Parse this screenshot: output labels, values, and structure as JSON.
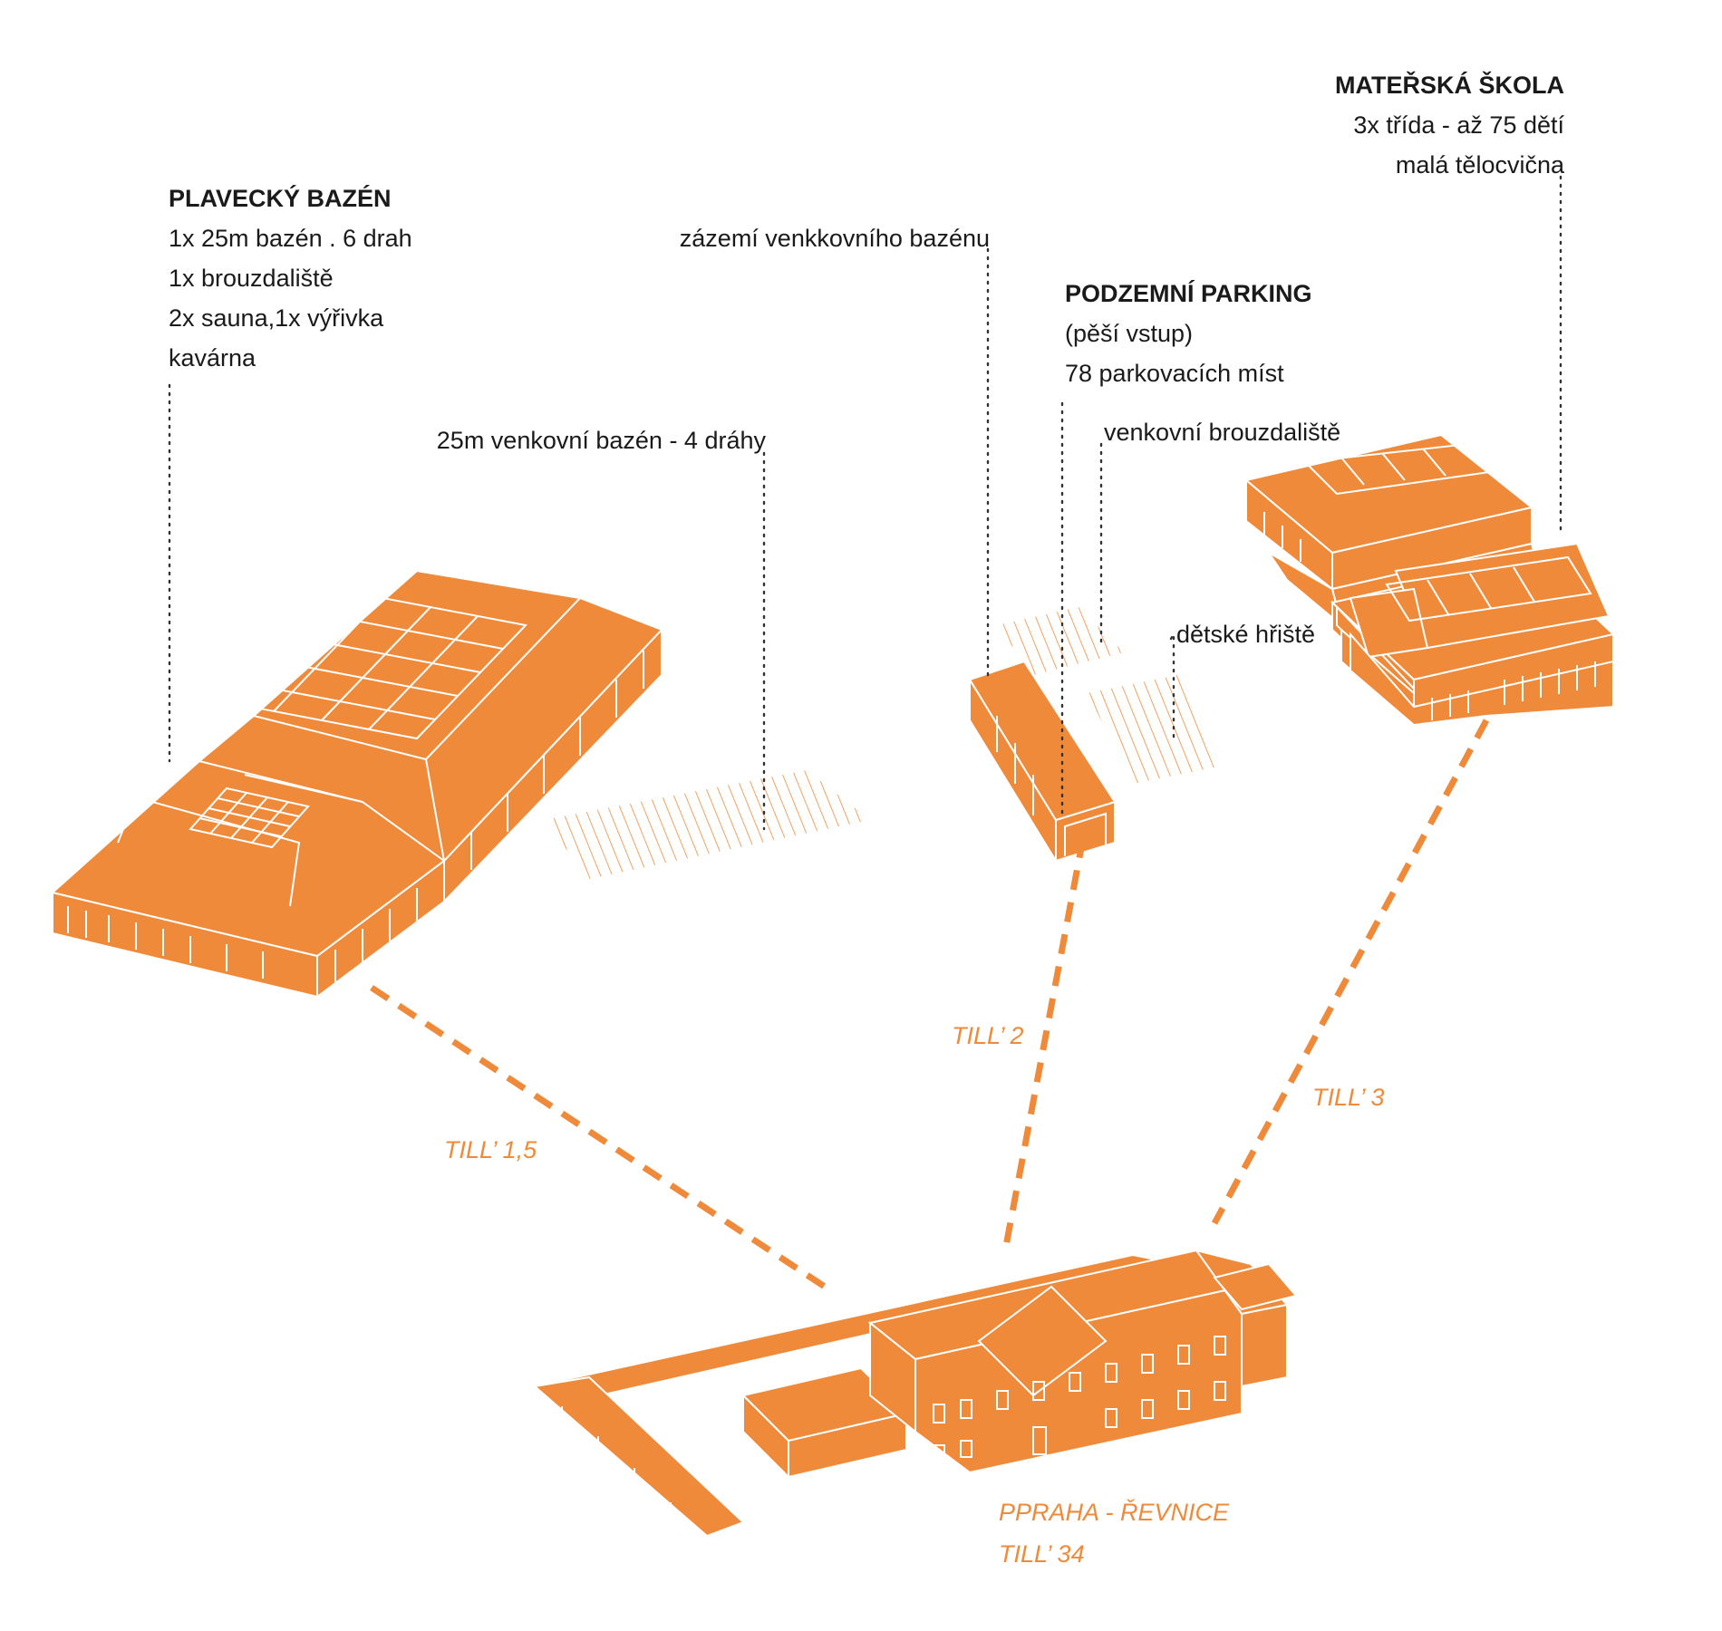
{
  "colors": {
    "accent": "#ef8a3a",
    "text": "#1a1a1a",
    "leader": "#333333",
    "background": "#ffffff"
  },
  "labels": {
    "pool": [
      "PLAVECKÝ BAZÉN",
      "1x 25m bazén . 6 drah",
      "1x brouzdaliště",
      "2x sauna,1x výřivka",
      "kavárna"
    ],
    "outdoor_pool": "25m venkovní bazén - 4 dráhy",
    "outdoor_pool_facility": "zázemí venkkovního bazénu",
    "parking": [
      "PODZEMNÍ PARKING",
      "(pěší vstup)",
      "78 parkovacích míst"
    ],
    "outdoor_paddling": "venkovní brouzdaliště",
    "playground": "dětské hřiště",
    "kindergarten": [
      "MATEŘSKÁ ŠKOLA",
      "3x třída - až 75 dětí",
      "malá tělocvična"
    ]
  },
  "distances": {
    "pool": "TILL’ 1,5",
    "facility": "TILL’ 2",
    "kindergarten": "TILL’ 3"
  },
  "station": {
    "name": "PPRAHA - ŘEVNICE",
    "distance": "TILL’ 34"
  }
}
